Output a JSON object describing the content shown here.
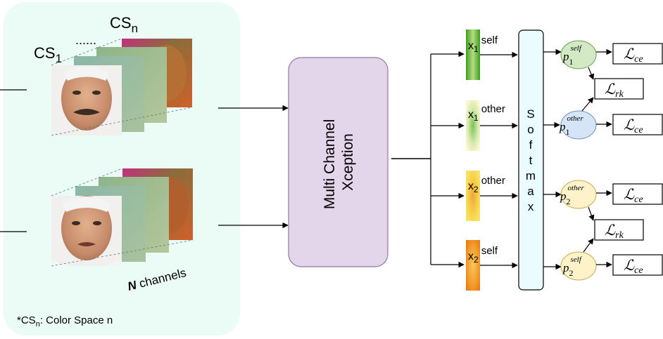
{
  "input_panel": {
    "cs1_main": "CS",
    "cs1_sub": "1",
    "csn_main": "CS",
    "csn_sub": "n",
    "dots": "......",
    "channels_bold": "N",
    "channels_rest": " channels",
    "footnote_a": "*CS",
    "footnote_sub": "n",
    "footnote_b": ": Color Space n"
  },
  "backbone": {
    "line1": "Multi Channel",
    "line2": "Xception"
  },
  "features": [
    {
      "main": "x",
      "sub": "1",
      "tag": "self"
    },
    {
      "main": "x",
      "sub": "1",
      "tag": "other"
    },
    {
      "main": "x",
      "sub": "2",
      "tag": "other"
    },
    {
      "main": "x",
      "sub": "2",
      "tag": "self"
    }
  ],
  "softmax": {
    "letters": [
      "S",
      "o",
      "f",
      "t",
      "m",
      "a",
      "x"
    ]
  },
  "probs": [
    {
      "main": "p",
      "sub": "1",
      "sup": "self"
    },
    {
      "main": "p",
      "sub": "1",
      "sup": "other"
    },
    {
      "main": "p",
      "sub": "2",
      "sup": "other"
    },
    {
      "main": "p",
      "sub": "2",
      "sup": "self"
    }
  ],
  "losses": {
    "ce_script": "ℒ",
    "ce_sub": "ce",
    "rk_script": "ℒ",
    "rk_sub": "rk"
  },
  "colors": {
    "panel_fill": "#ebfbf5",
    "backbone_fill": "#e3d5ea",
    "softmax_fill": "#eafcfd",
    "prob_green": "#d3e9c6",
    "prob_blue": "#d6e4f8",
    "prob_yellow": "#fdf2c9",
    "bar_green": "#3a9e1e",
    "bar_light_green": "#cfe59a",
    "bar_yellow": "#f3cb1c",
    "bar_orange": "#f08c1c"
  }
}
